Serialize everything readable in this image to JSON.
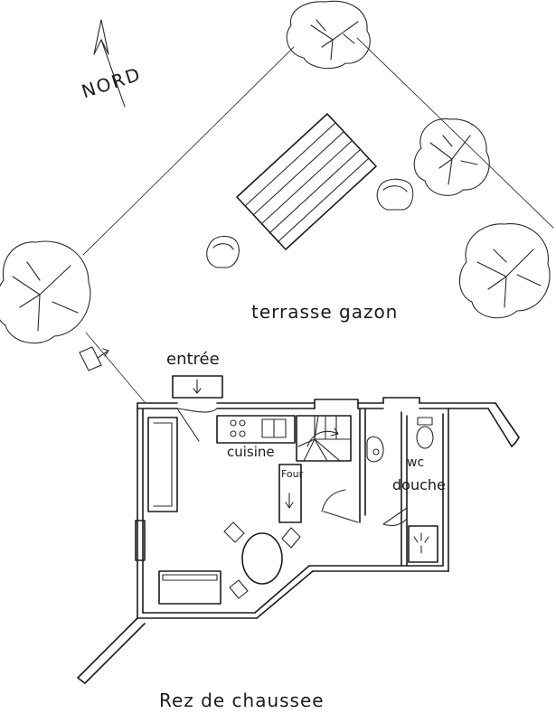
{
  "colors": {
    "ink": "#1b1b1b",
    "paper": "#ffffff"
  },
  "labels": {
    "north": "NORD",
    "garden": "terrasse gazon",
    "entrance": "entrée",
    "kitchen": "cuisine",
    "oven": "Four",
    "wc": "wc",
    "shower": "douche",
    "title": "Rez de chaussee"
  },
  "icons": [
    "north-arrow-icon",
    "tree-icon",
    "garden-chair-icon",
    "wooden-deck-icon",
    "door-mat-icon",
    "stove-icon",
    "sink-icon",
    "staircase-icon",
    "toilet-icon",
    "washbasin-icon",
    "shower-tray-icon",
    "sofa-icon",
    "dining-table-icon",
    "chair-icon"
  ]
}
